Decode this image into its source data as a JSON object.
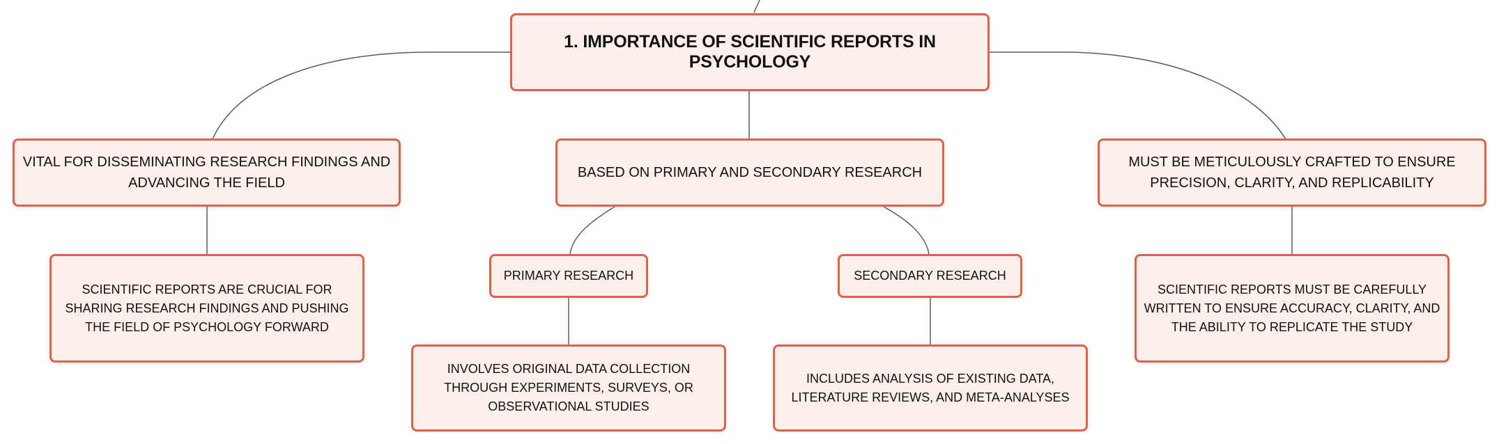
{
  "mindmap": {
    "root": {
      "label": "1. Importance of Scientific Reports in Psychology"
    },
    "topics": [
      {
        "label": "Vital for disseminating research findings and advancing the field",
        "detail": "Scientific reports are crucial for sharing research findings and pushing the field of psychology forward"
      },
      {
        "label": "Based on primary and secondary research",
        "subtopics": [
          {
            "label": "Primary research",
            "detail": "Involves original data collection through experiments, surveys, or observational studies"
          },
          {
            "label": "Secondary research",
            "detail": "Includes analysis of existing data, literature reviews, and meta-analyses"
          }
        ]
      },
      {
        "label": "Must be meticulously crafted to ensure precision, clarity, and replicability",
        "detail": "Scientific reports must be carefully written to ensure accuracy, clarity, and the ability to replicate the study"
      }
    ]
  },
  "style": {
    "node_fill": "#fdf0eb",
    "node_border": "#e0604a",
    "connector": "#5a5a5a"
  }
}
